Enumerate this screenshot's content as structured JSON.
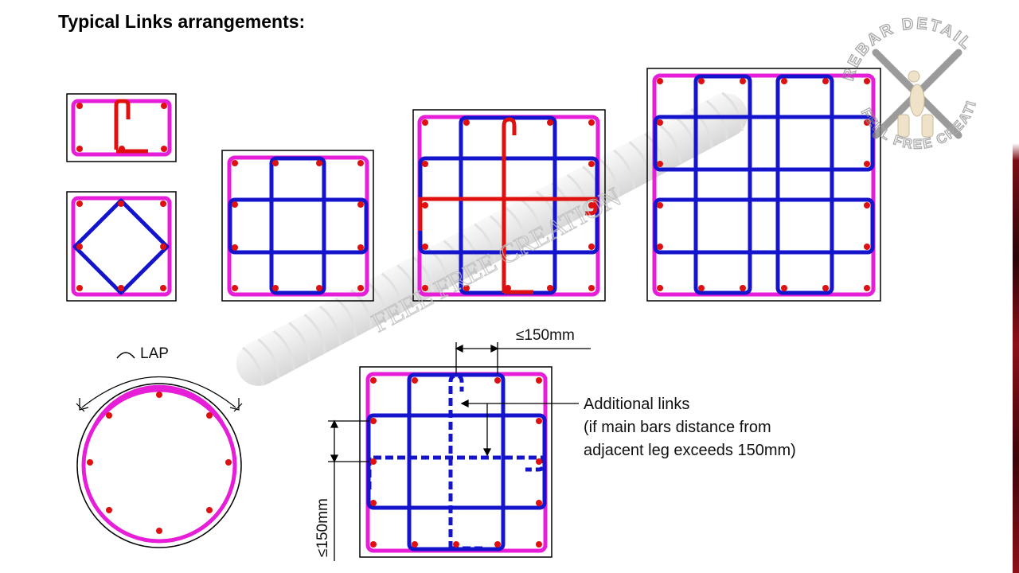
{
  "title": "Typical Links arrangements:",
  "labels": {
    "lap": "LAP",
    "spacing_h": "≤150mm",
    "spacing_v": "≤150mm",
    "additional_links": "Additional links",
    "additional_note_1": "(if main bars distance from",
    "additional_note_2": "adjacent leg exceeds 150mm)"
  },
  "watermark": {
    "text": "FEEL FREE CREATION",
    "logo_top": "REBAR DETAIL",
    "logo_bottom": "FEEL FREE CREATION"
  },
  "colors": {
    "perimeter_link": "#e61ed8",
    "inner_link": "#1414cc",
    "highlight_link": "#e01010",
    "main_bar": "#e01010",
    "outline": "#000000",
    "background": "#ffffff"
  },
  "icons": [
    "rebar-bar-watermark",
    "rebar-detail-logo"
  ]
}
